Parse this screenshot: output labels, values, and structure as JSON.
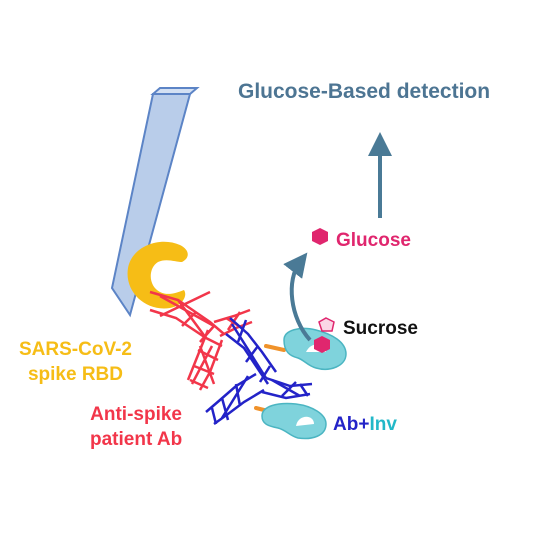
{
  "colors": {
    "title": "#4d7593",
    "arrow": "#4a7a96",
    "glucose": "#e0266e",
    "sucrose": "#111111",
    "rbd": "#f6bd16",
    "antibody_red": "#f2364a",
    "antibody_blue": "#2323c8",
    "invertase": "#7fd3dc",
    "inv_label": "#22b8c8",
    "surface": "#b9cdea",
    "surface_edge": "#5c84c6",
    "linker": "#f0922a"
  },
  "icons": {
    "surface": "surface-slab-icon",
    "rbd": "spike-rbd-icon",
    "patient_antibody": "patient-antibody-icon",
    "conjugate_antibody": "conjugate-antibody-icon",
    "invertase": "invertase-enzyme-icon",
    "glucose": "glucose-hexagon-icon",
    "sucrose": "sucrose-pentagon-icon"
  },
  "labels": {
    "title": "Glucose-Based detection",
    "glucose": "Glucose",
    "sucrose": "Sucrose",
    "rbd_line1": "SARS-CoV-2",
    "rbd_line2": "spike RBD",
    "patient_line1": "Anti-spike",
    "patient_line2": "patient Ab",
    "ab": "Ab",
    "plus": "+",
    "inv": "Inv"
  }
}
